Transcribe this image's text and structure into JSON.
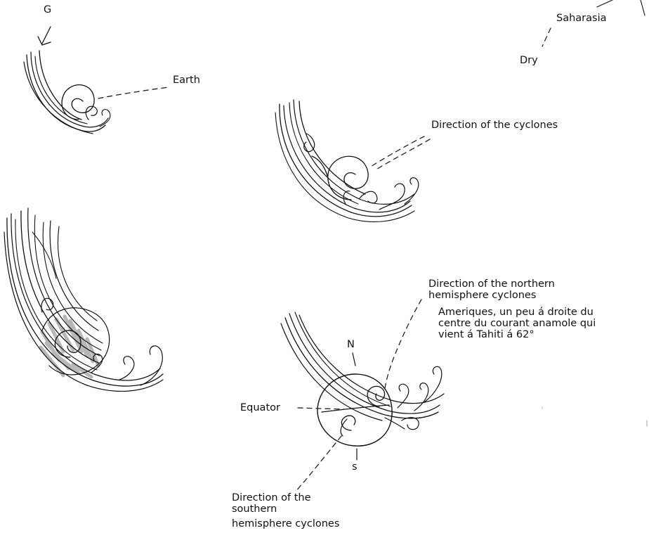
{
  "labels": {
    "g": "G",
    "earth": "Earth",
    "saharasia": "Saharasia",
    "dry": "Dry",
    "direction_cyclones": "Direction of the cyclones",
    "northern_line1": "Direction of the northern",
    "northern_line2": "hemisphere cyclones",
    "note_line1": "Ameriques, un peu á droite du",
    "note_line2": "centre du courant anamole qui",
    "note_line3": "vient á Tahiti á 62°",
    "north": "N",
    "south": "s",
    "equator": "Equator",
    "southern_line1": "Direction of the",
    "southern_line2": "southern",
    "southern_line3": "hemisphere cyclones"
  }
}
